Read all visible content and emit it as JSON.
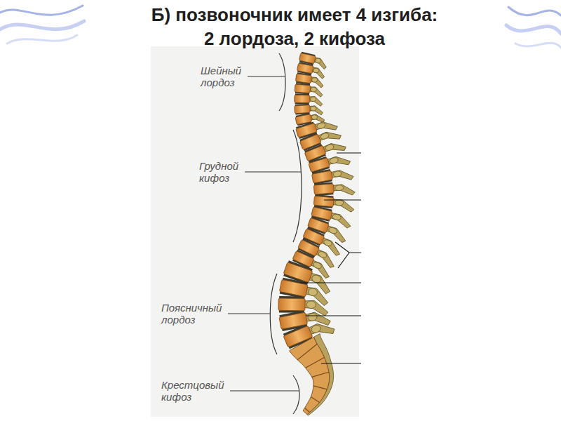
{
  "diagram": {
    "title": "Б) позвоночник имеет 4 изгиба: 2 лордоза, 2 кифоза",
    "labels": [
      "Шейный лордоз",
      "Грудной кифоз",
      "Поясничный лордоз",
      "Крестцовый кифоз"
    ]
  }
}
